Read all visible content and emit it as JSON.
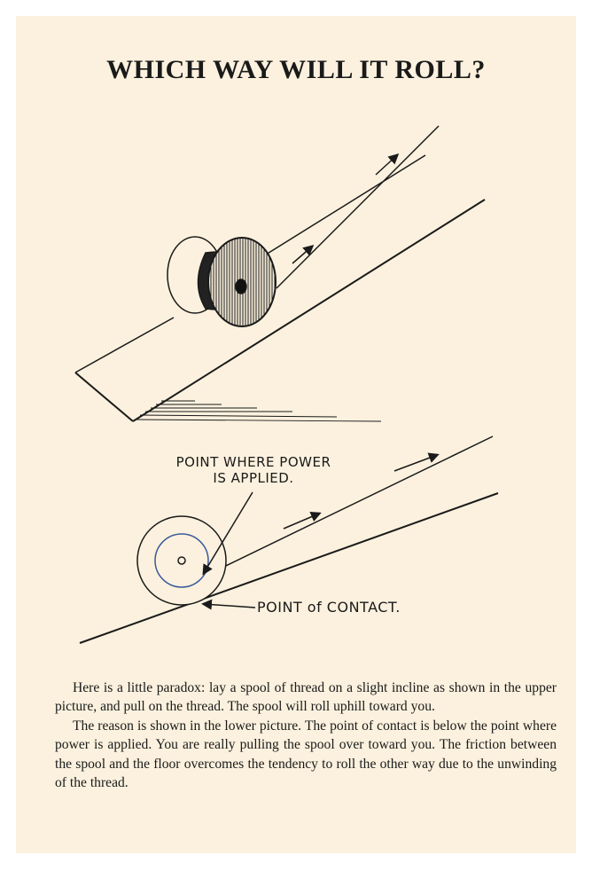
{
  "title": "WHICH WAY WILL IT ROLL?",
  "lower_figure": {
    "power_label_line1": "POINT WHERE POWER",
    "power_label_line2": "IS APPLIED.",
    "contact_label": "POINT of CONTACT."
  },
  "paragraphs": [
    "Here is a little paradox: lay a spool of thread on a slight incline as shown in the upper picture, and pull on the thread.  The spool will roll uphill toward you.",
    "The reason is shown in the lower picture.  The point of contact is below the point where power is applied.  You are really pulling the spool over toward you.  The friction between the spool and the floor overcomes the tendency to roll the other way due to the unwinding of the thread."
  ],
  "colors": {
    "paper": "#fbf1de",
    "ink": "#1a1a1a",
    "inner_circle": "#3a5a9a"
  }
}
